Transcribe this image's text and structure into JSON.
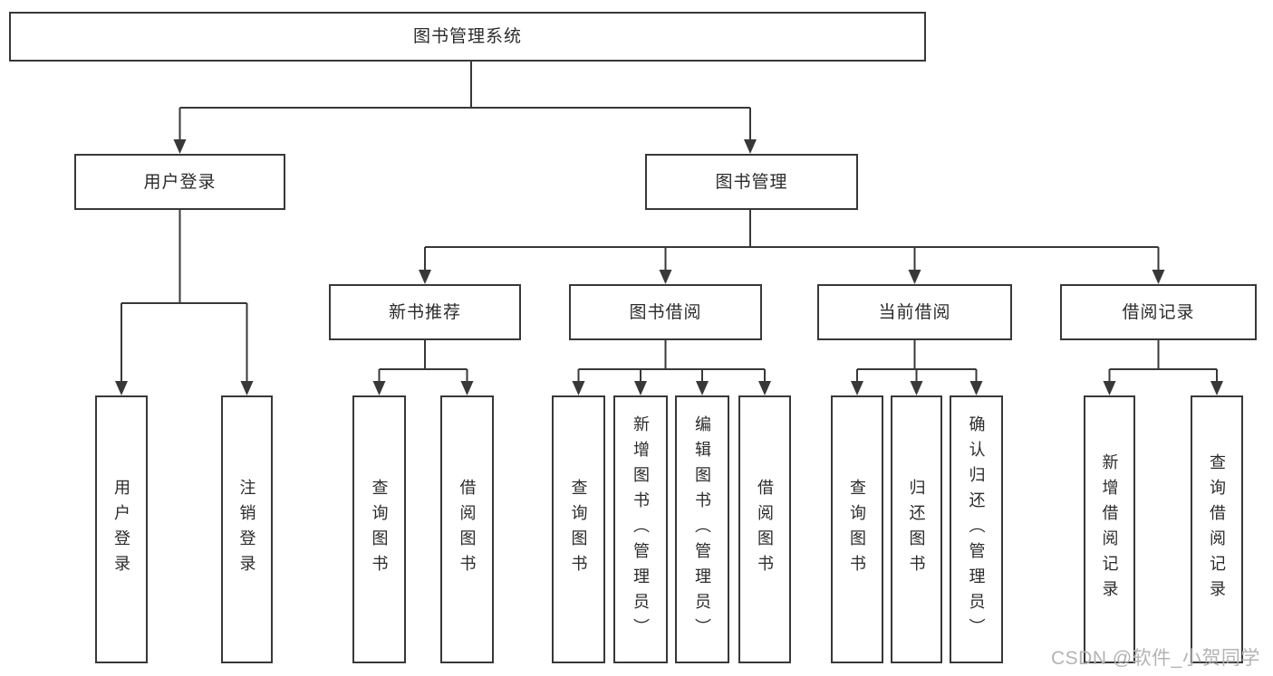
{
  "diagram": {
    "type": "hierarchy-tree",
    "title": "图书管理系统",
    "colors": {
      "line": "#383838",
      "box_border": "#383838",
      "text": "#2b2b2b",
      "background": "#ffffff",
      "watermark": "#b3b3b3"
    },
    "nodes": {
      "root": "图书管理系统",
      "user_login": "用户登录",
      "book_management": "图书管理",
      "new_book_recommend": "新书推荐",
      "book_borrow": "图书借阅",
      "current_borrow": "当前借阅",
      "borrow_records": "借阅记录",
      "leaf_user_login": "用户登录",
      "leaf_logout": "注销登录",
      "leaf_nb_query": "查询图书",
      "leaf_nb_borrow": "借阅图书",
      "leaf_bb_query": "查询图书",
      "leaf_bb_add": "新增图书（管理员）",
      "leaf_bb_edit": "编辑图书（管理员）",
      "leaf_bb_borrow": "借阅图书",
      "leaf_cb_query": "查询图书",
      "leaf_cb_return": "归还图书",
      "leaf_cb_confirm": "确认归还（管理员）",
      "leaf_br_add": "新增借阅记录",
      "leaf_br_query": "查询借阅记录"
    },
    "tree": {
      "图书管理系统": {
        "用户登录": [
          "用户登录",
          "注销登录"
        ],
        "图书管理": {
          "新书推荐": [
            "查询图书",
            "借阅图书"
          ],
          "图书借阅": [
            "查询图书",
            "新增图书（管理员）",
            "编辑图书（管理员）",
            "借阅图书"
          ],
          "当前借阅": [
            "查询图书",
            "归还图书",
            "确认归还（管理员）"
          ],
          "借阅记录": [
            "新增借阅记录",
            "查询借阅记录"
          ]
        }
      }
    }
  },
  "watermark": {
    "text": "CSDN @软件_小贺同学"
  }
}
